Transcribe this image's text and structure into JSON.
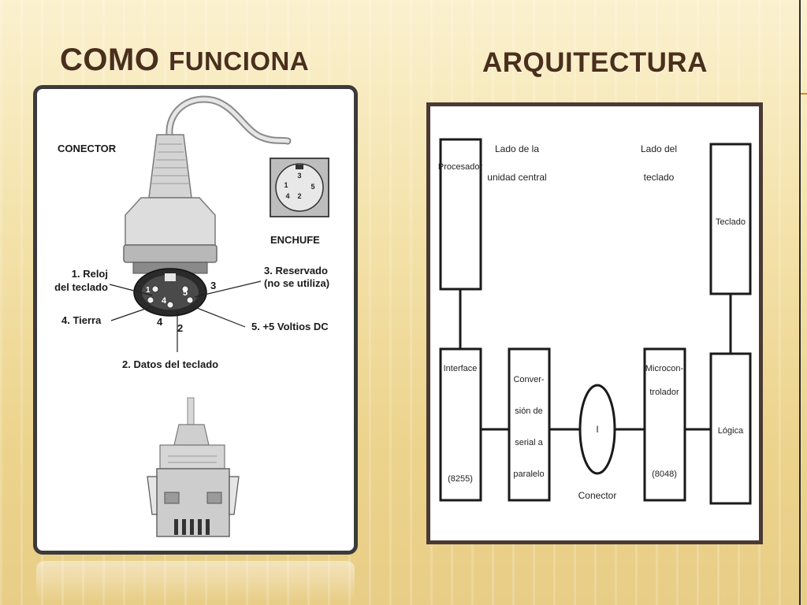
{
  "headings": {
    "left_big": "COMO",
    "left_small": "FUNCIONA",
    "right": "ARQUITECTURA"
  },
  "connector_figure": {
    "connector_label": "CONECTOR",
    "socket_label": "ENCHUFE",
    "pin1_line1": "1. Reloj",
    "pin1_line2": "del teclado",
    "pin2": "2. Datos del teclado",
    "pin3_line1": "3. Reservado",
    "pin3_line2": "(no se utiliza)",
    "pin4": "4. Tierra",
    "pin5": "5. +5 Voltios DC",
    "num_2": "2",
    "num_3": "3",
    "num_4": "4",
    "num_5": "5",
    "socket_pins": [
      "3",
      "1",
      "2",
      "4",
      "5"
    ]
  },
  "architecture": {
    "side_central_line1": "Lado de la",
    "side_central_line2": "unidad central",
    "side_keyboard_line1": "Lado del",
    "side_keyboard_line2": "teclado",
    "processor": "Procesador",
    "keyboard": "Teclado",
    "interface_line1": "Interface",
    "interface_line2": "(8255)",
    "conversion_line1": "Conver-",
    "conversion_line2": "sión de",
    "conversion_line3": "serial a",
    "conversion_line4": "paralelo",
    "connector_symbol": "I",
    "connector_label": "Conector",
    "micro_line1": "Microcon-",
    "micro_line2": "trolador",
    "micro_line3": "(8048)",
    "logic": "Lógica"
  }
}
